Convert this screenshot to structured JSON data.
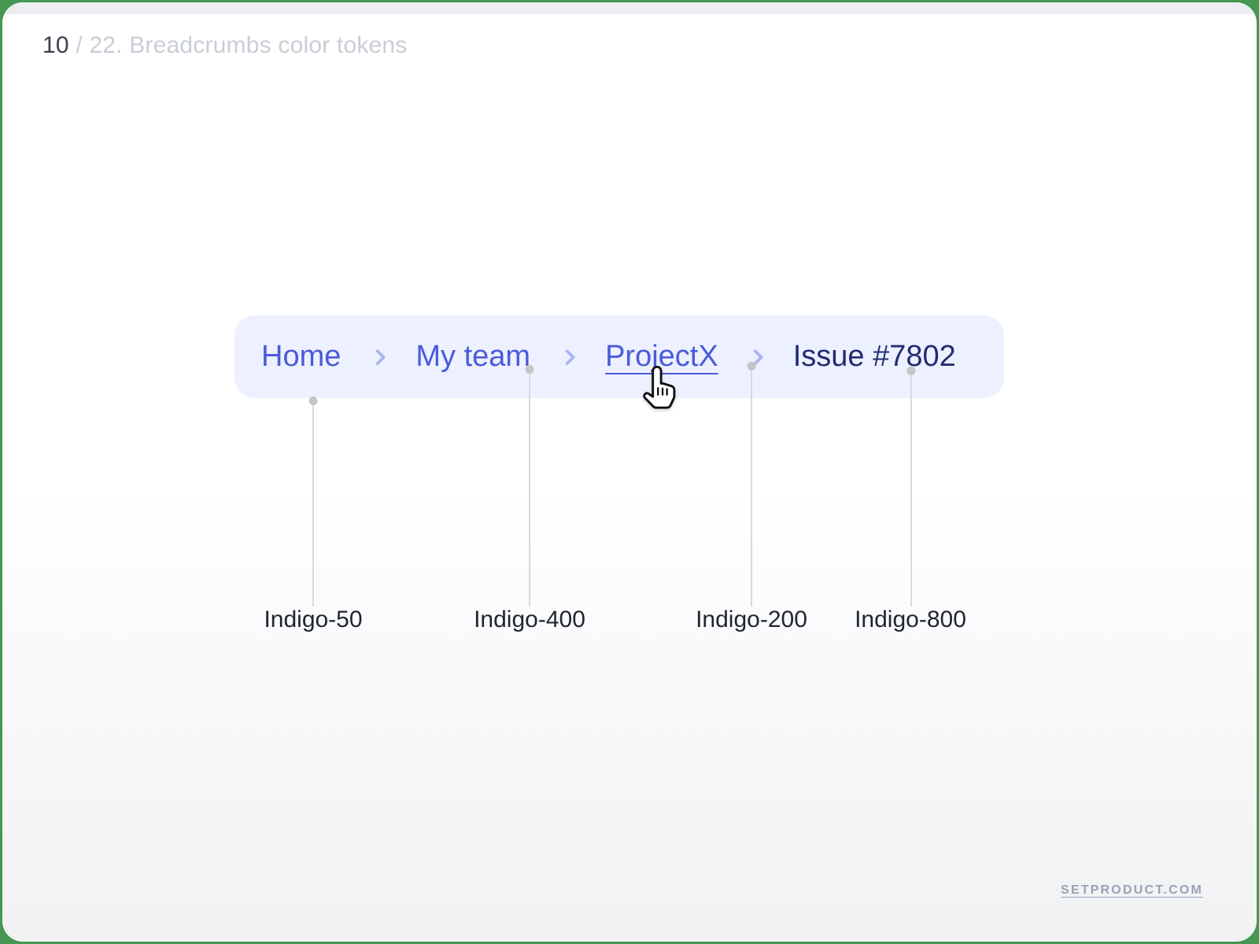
{
  "title": {
    "index": "10",
    "rest": " / 22. Breadcrumbs color tokens"
  },
  "breadcrumbs": {
    "separator_icon": "chevron-right",
    "items": [
      {
        "label": "Home",
        "state": "link"
      },
      {
        "label": "My team",
        "state": "link"
      },
      {
        "label": "ProjectX",
        "state": "hovered-link"
      },
      {
        "label": "Issue #7802",
        "state": "current"
      }
    ]
  },
  "annotations": [
    {
      "label": "Indigo-50"
    },
    {
      "label": "Indigo-400"
    },
    {
      "label": "Indigo-200"
    },
    {
      "label": "Indigo-800"
    }
  ],
  "footer": {
    "link_label": "SETPRODUCT.COM"
  },
  "colors": {
    "indigo_50": "#edf0fe",
    "indigo_200": "#aab5ef",
    "indigo_400": "#4a5bd8",
    "indigo_800": "#222c72",
    "frame_green": "#45984f"
  }
}
